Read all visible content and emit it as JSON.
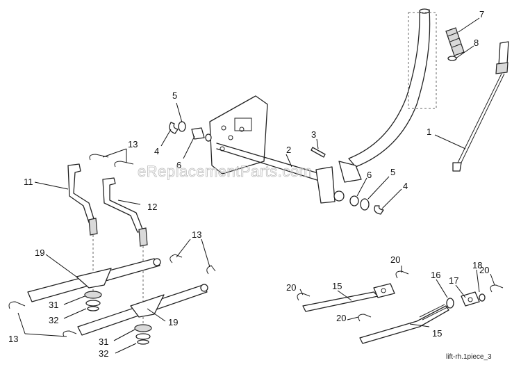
{
  "watermark": "eReplacementParts.com",
  "figure_ref": "lift-rh.1piece_3",
  "colors": {
    "line": "#222222",
    "shade": "#d9d9d9",
    "watermark": "#bdbdbd"
  },
  "callouts": [
    {
      "id": "c7",
      "label": "7"
    },
    {
      "id": "c8",
      "label": "8"
    },
    {
      "id": "c1",
      "label": "1"
    },
    {
      "id": "c5a",
      "label": "5"
    },
    {
      "id": "c4a",
      "label": "4"
    },
    {
      "id": "c6a",
      "label": "6"
    },
    {
      "id": "c3",
      "label": "3"
    },
    {
      "id": "c2",
      "label": "2"
    },
    {
      "id": "c6b",
      "label": "6"
    },
    {
      "id": "c5b",
      "label": "5"
    },
    {
      "id": "c4b",
      "label": "4"
    },
    {
      "id": "c13a",
      "label": "13"
    },
    {
      "id": "c11",
      "label": "11"
    },
    {
      "id": "c12",
      "label": "12"
    },
    {
      "id": "c13b",
      "label": "13"
    },
    {
      "id": "c19a",
      "label": "19"
    },
    {
      "id": "c31a",
      "label": "31"
    },
    {
      "id": "c32a",
      "label": "32"
    },
    {
      "id": "c19b",
      "label": "19"
    },
    {
      "id": "c13c",
      "label": "13"
    },
    {
      "id": "c31b",
      "label": "31"
    },
    {
      "id": "c32b",
      "label": "32"
    },
    {
      "id": "c20a",
      "label": "20"
    },
    {
      "id": "c20b",
      "label": "20"
    },
    {
      "id": "c15a",
      "label": "15"
    },
    {
      "id": "c16",
      "label": "16"
    },
    {
      "id": "c18",
      "label": "18"
    },
    {
      "id": "c17",
      "label": "17"
    },
    {
      "id": "c20c",
      "label": "20"
    },
    {
      "id": "c20d",
      "label": "20"
    },
    {
      "id": "c15b",
      "label": "15"
    }
  ]
}
